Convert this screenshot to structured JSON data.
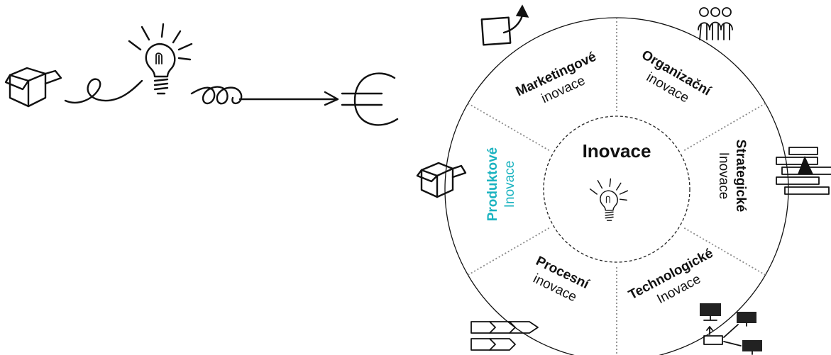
{
  "center": {
    "title": "Inovace",
    "icon": "lightbulb-icon"
  },
  "segments": [
    {
      "id": "marketingove",
      "title": "Marketingové",
      "subtitle": "inovace",
      "icon": "paper-arrow-icon"
    },
    {
      "id": "organizacni",
      "title": "Organizační",
      "subtitle": "inovace",
      "icon": "people-group-icon"
    },
    {
      "id": "strategicke",
      "title": "Strategické",
      "subtitle": "Inovace",
      "icon": "strategy-blocks-icon"
    },
    {
      "id": "technologicke",
      "title": "Technologické",
      "subtitle": "Inovace",
      "icon": "computer-network-icon"
    },
    {
      "id": "procesni",
      "title": "Procesní",
      "subtitle": "inovace",
      "icon": "process-arrows-icon"
    },
    {
      "id": "produktove",
      "title": "Produktové",
      "subtitle": "Inovace",
      "icon": "box-icon"
    }
  ],
  "colors": {
    "highlight": "#1BB3C0",
    "text": "#111111",
    "divider": "#8a8a8a"
  },
  "left_flow": {
    "icons": [
      "box-icon",
      "lightbulb-icon",
      "euro-icon"
    ]
  }
}
